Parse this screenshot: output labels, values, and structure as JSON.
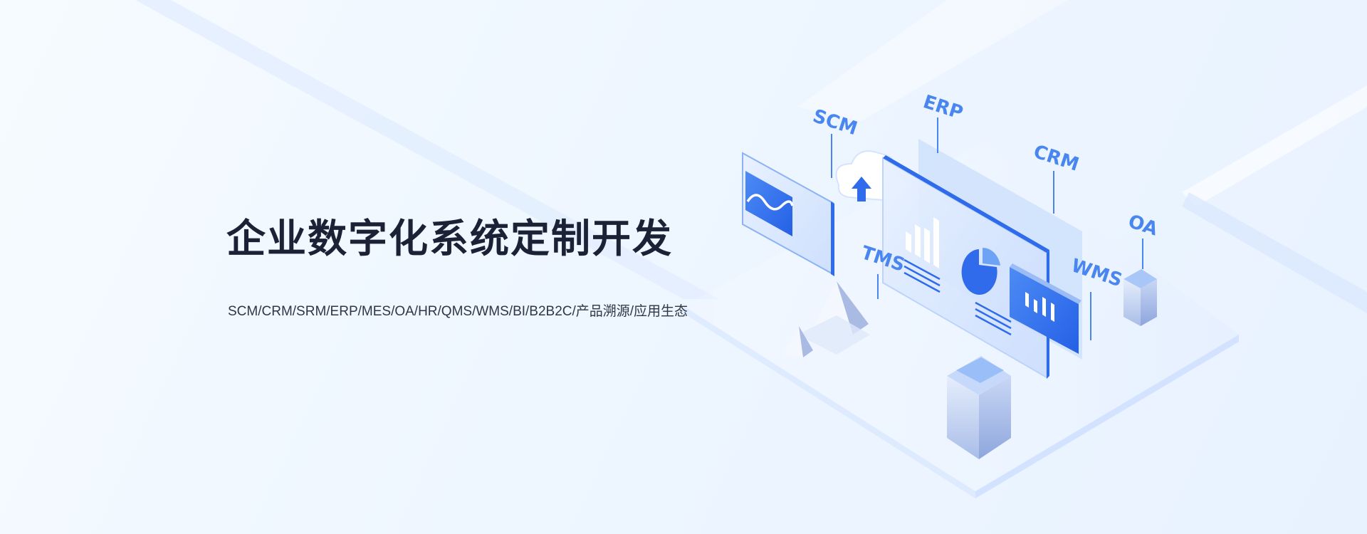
{
  "hero": {
    "title": "企业数字化系统定制开发",
    "subtitle": "SCM/CRM/SRM/ERP/MES/OA/HR/QMS/WMS/BI/B2B2C/产品溯源/应用生态"
  },
  "illustration": {
    "labels": {
      "scm": "SCM",
      "erp": "ERP",
      "crm": "CRM",
      "oa": "OA",
      "tms": "TMS",
      "wms": "WMS"
    },
    "icons": [
      "cloud-upload-icon",
      "bar-chart-icon",
      "pie-chart-icon",
      "wave-chart-icon"
    ]
  },
  "colors": {
    "accent": "#2f6bea",
    "accent_light": "#6ea2f5",
    "title": "#1b2236",
    "subtitle": "#2f3645",
    "background": "#eef6ff"
  }
}
